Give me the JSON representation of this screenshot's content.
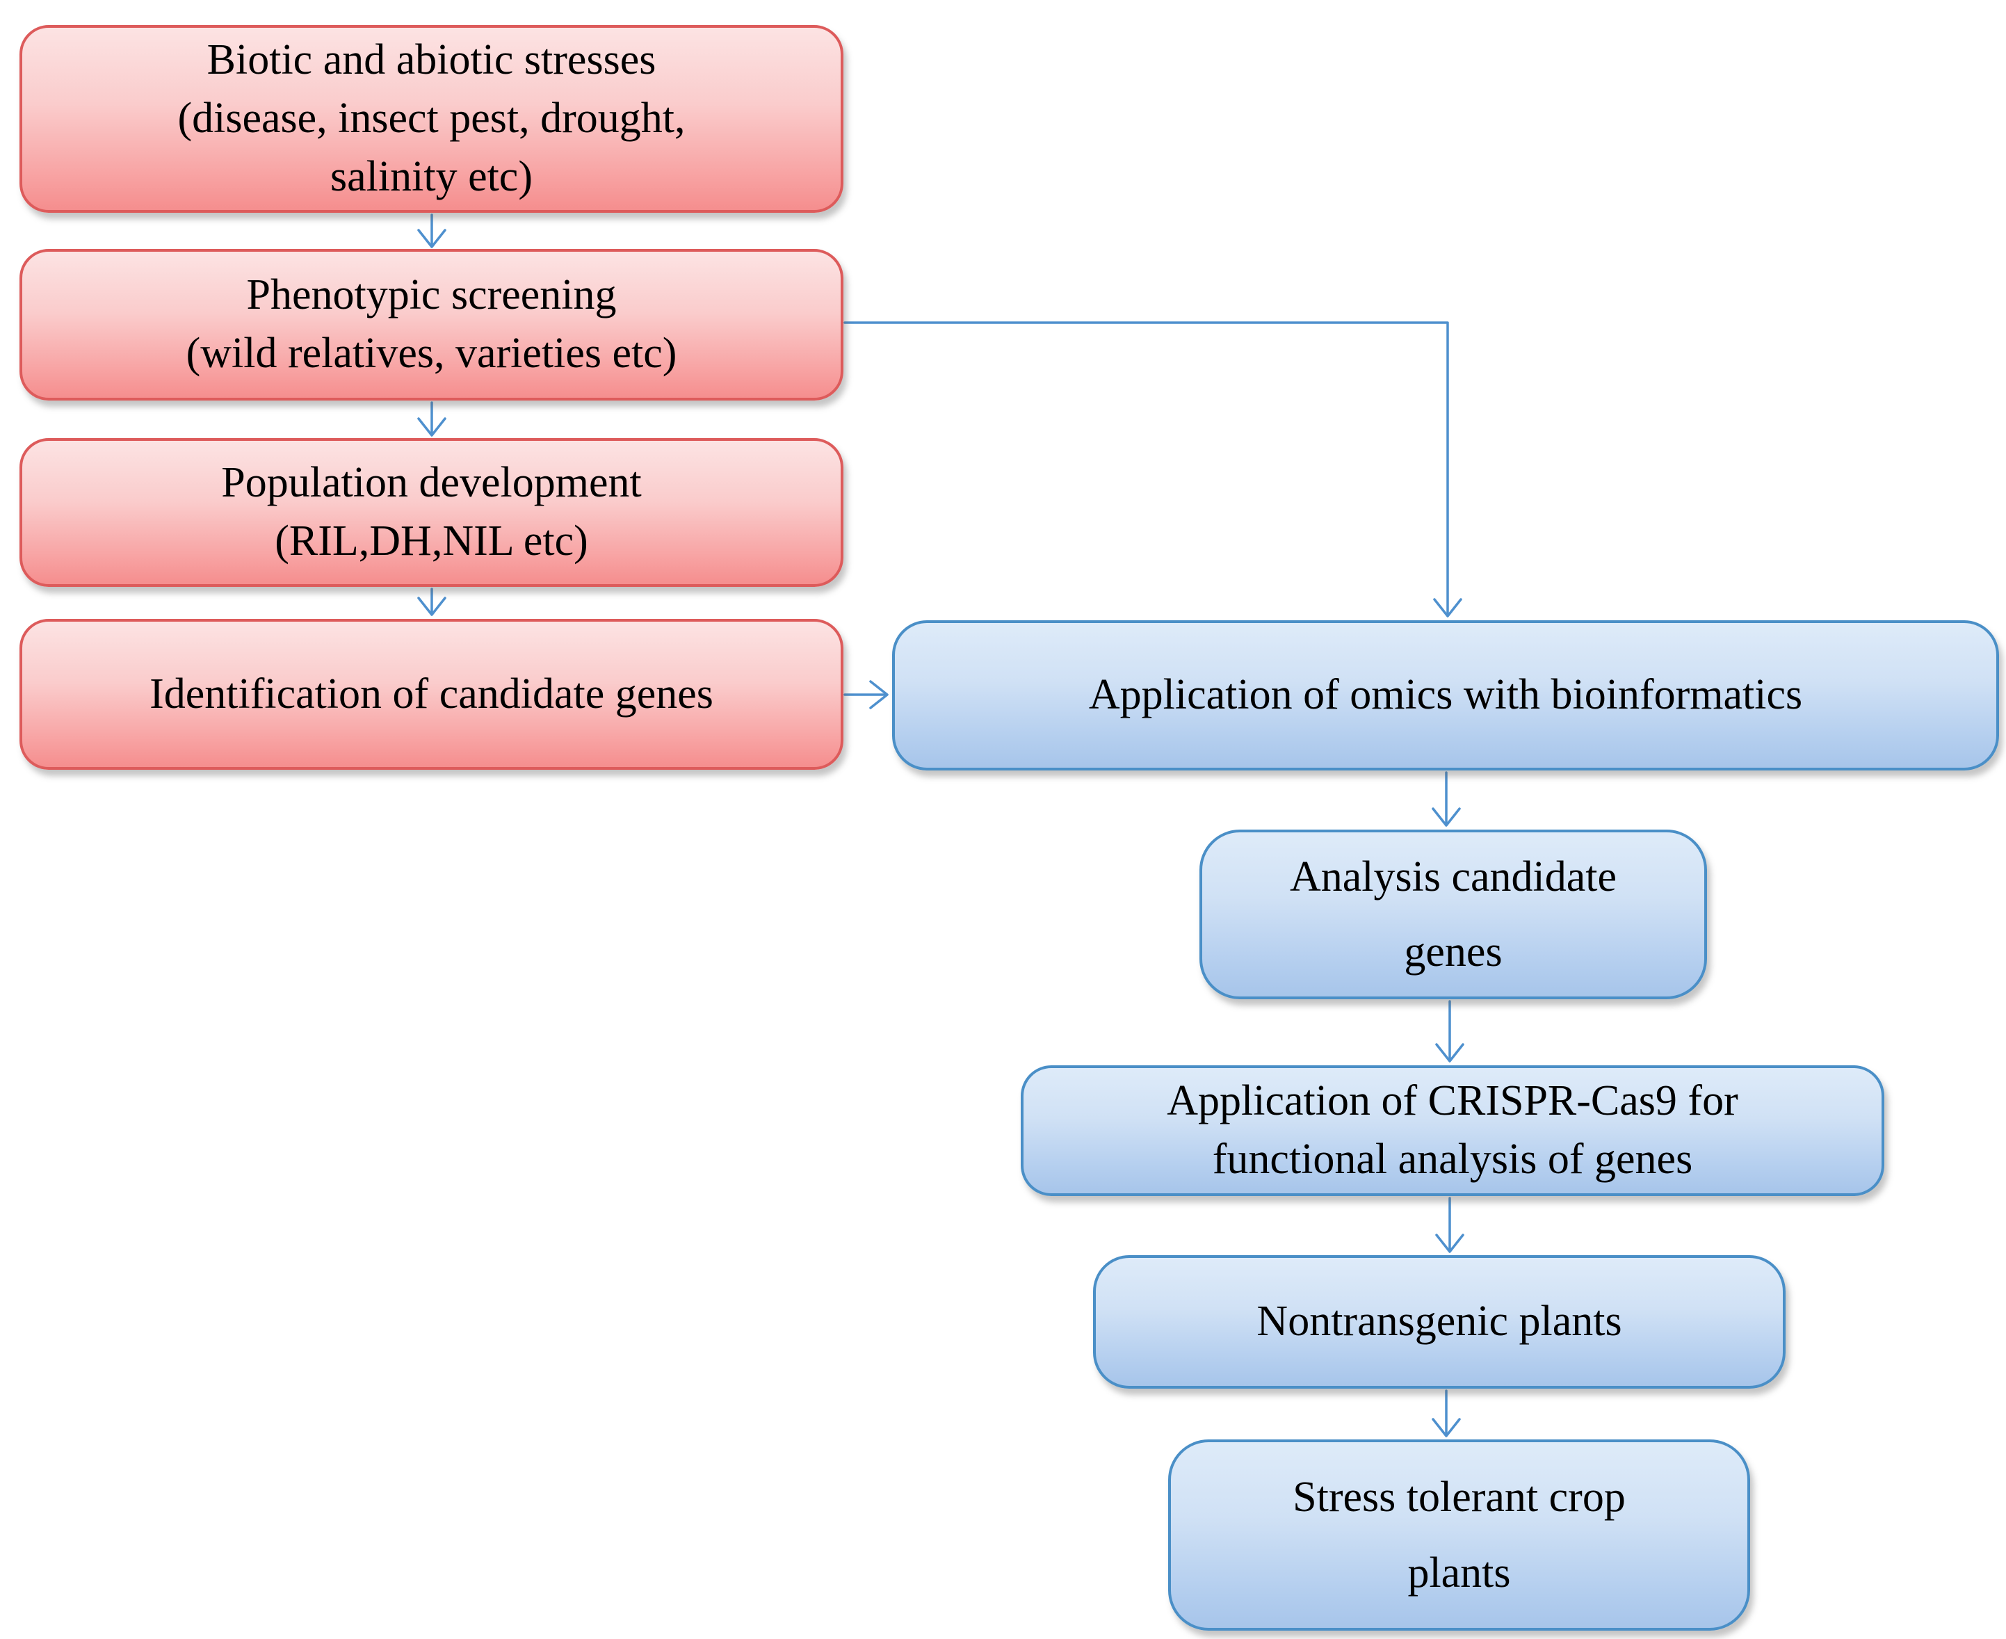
{
  "diagram": {
    "type": "flowchart",
    "description": "Crop stress-tolerance breeding workflow combining phenotyping, omics and CRISPR-Cas9",
    "colors": {
      "pink_box_top": "#FCE3E3",
      "pink_box_bottom": "#F58E8E",
      "pink_box_border": "#DD5B5B",
      "blue_box_top": "#DEEBF9",
      "blue_box_bottom": "#A7C5EA",
      "blue_box_border": "#4A8FC7",
      "arrow": "#4E90CE",
      "text": "#000000",
      "background": "#FFFFFF"
    },
    "nodes": [
      {
        "id": "biotic-abiotic-stresses",
        "color": "pink",
        "lines": [
          "Biotic and abiotic stresses",
          "(disease, insect pest, drought,",
          "salinity etc)"
        ]
      },
      {
        "id": "phenotypic-screening",
        "color": "pink",
        "lines": [
          "Phenotypic screening",
          "(wild relatives, varieties etc)"
        ]
      },
      {
        "id": "population-development",
        "color": "pink",
        "lines": [
          "Population development",
          "(RIL,DH,NIL etc)"
        ]
      },
      {
        "id": "identification-of-candidate-genes",
        "color": "pink",
        "lines": [
          "Identification of candidate genes"
        ]
      },
      {
        "id": "application-of-omics-with-bioinformatics",
        "color": "blue",
        "lines": [
          "Application of omics with bioinformatics"
        ]
      },
      {
        "id": "analysis-candidate-genes",
        "color": "blue",
        "lines": [
          "Analysis candidate",
          "genes"
        ]
      },
      {
        "id": "crispr-cas9-functional-analysis",
        "color": "blue",
        "lines": [
          "Application of CRISPR-Cas9 for",
          "functional analysis of genes"
        ]
      },
      {
        "id": "nontransgenic-plants",
        "color": "blue",
        "lines": [
          "Nontransgenic plants"
        ]
      },
      {
        "id": "stress-tolerant-crop-plants",
        "color": "blue",
        "lines": [
          "Stress tolerant crop",
          "plants"
        ]
      }
    ],
    "edges": [
      {
        "from": "biotic-abiotic-stresses",
        "to": "phenotypic-screening",
        "style": "straight-down"
      },
      {
        "from": "phenotypic-screening",
        "to": "population-development",
        "style": "straight-down"
      },
      {
        "from": "population-development",
        "to": "identification-of-candidate-genes",
        "style": "straight-down"
      },
      {
        "from": "identification-of-candidate-genes",
        "to": "application-of-omics-with-bioinformatics",
        "style": "straight-right"
      },
      {
        "from": "phenotypic-screening",
        "to": "application-of-omics-with-bioinformatics",
        "style": "elbow-right-down"
      },
      {
        "from": "application-of-omics-with-bioinformatics",
        "to": "analysis-candidate-genes",
        "style": "straight-down"
      },
      {
        "from": "analysis-candidate-genes",
        "to": "crispr-cas9-functional-analysis",
        "style": "straight-down"
      },
      {
        "from": "crispr-cas9-functional-analysis",
        "to": "nontransgenic-plants",
        "style": "straight-down"
      },
      {
        "from": "nontransgenic-plants",
        "to": "stress-tolerant-crop-plants",
        "style": "straight-down"
      }
    ]
  }
}
